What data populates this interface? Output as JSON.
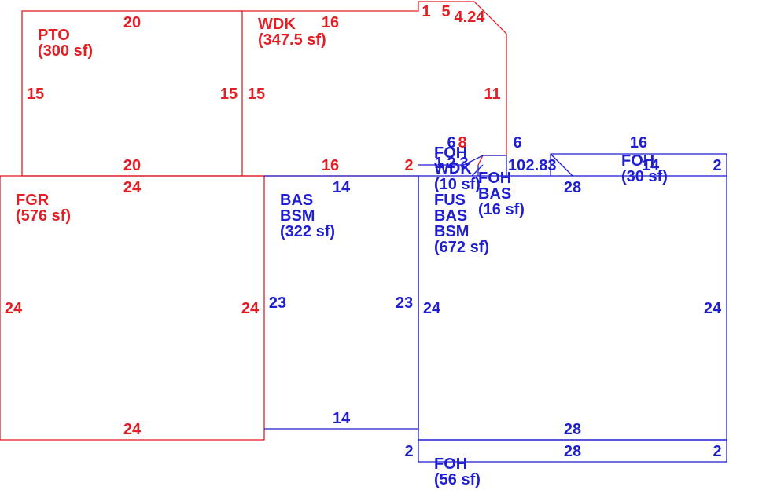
{
  "colors": {
    "red": "#e31e24",
    "blue": "#1f1fd1"
  },
  "areas": {
    "pto": {
      "code": "PTO",
      "area": "(300 sf)"
    },
    "wdk": {
      "code": "WDK",
      "area": "(347.5 sf)"
    },
    "fgr": {
      "code": "FGR",
      "area": "(576 sf)"
    },
    "bas_bsm_322": {
      "line1": "BAS",
      "line2": "BSM",
      "area": "(322 sf)"
    },
    "main": {
      "line1": "FUS",
      "line2": "BAS",
      "line3": "BSM",
      "area": "(672 sf)"
    },
    "foh_top": {
      "code": "FOH"
    },
    "wdk_small": {
      "code": "WDK",
      "area": "(10 sf)"
    },
    "foh_bas": {
      "line1": "FOH",
      "line2": "BAS",
      "area": "(16 sf)"
    },
    "foh_30": {
      "code": "FOH",
      "area": "(30 sf)"
    },
    "foh_56": {
      "code": "FOH",
      "area": "(56 sf)"
    }
  },
  "dims": {
    "pto_top": "20",
    "pto_left": "15",
    "pto_right": "15",
    "pto_bottom": "20",
    "wdk_top": "16",
    "wdk_left": "15",
    "wdk_right": "11",
    "wdk_bottom": "16",
    "wdk_jog_1": "1",
    "wdk_jog_5": "5",
    "wdk_diag": "4.24",
    "wdk_step": "2",
    "fgr_top": "24",
    "fgr_left": "24",
    "fgr_right": "24",
    "fgr_bottom": "24",
    "bas_top": "14",
    "bas_left": "23",
    "bas_right": "23",
    "bas_bottom": "14",
    "main_left": "24",
    "main_right": "24",
    "main_top": "28",
    "main_bottom": "28",
    "small_6": "6",
    "small_8": "8",
    "small_6b": "6",
    "small_10": "10",
    "small_283": "2.83",
    "small_1": "1",
    "small_2": "2",
    "small_3": "3",
    "foh30_top": "16",
    "foh30_14": "14",
    "foh30_right": "2",
    "foh56_left": "2",
    "foh56_top": "28",
    "foh56_right": "2"
  }
}
